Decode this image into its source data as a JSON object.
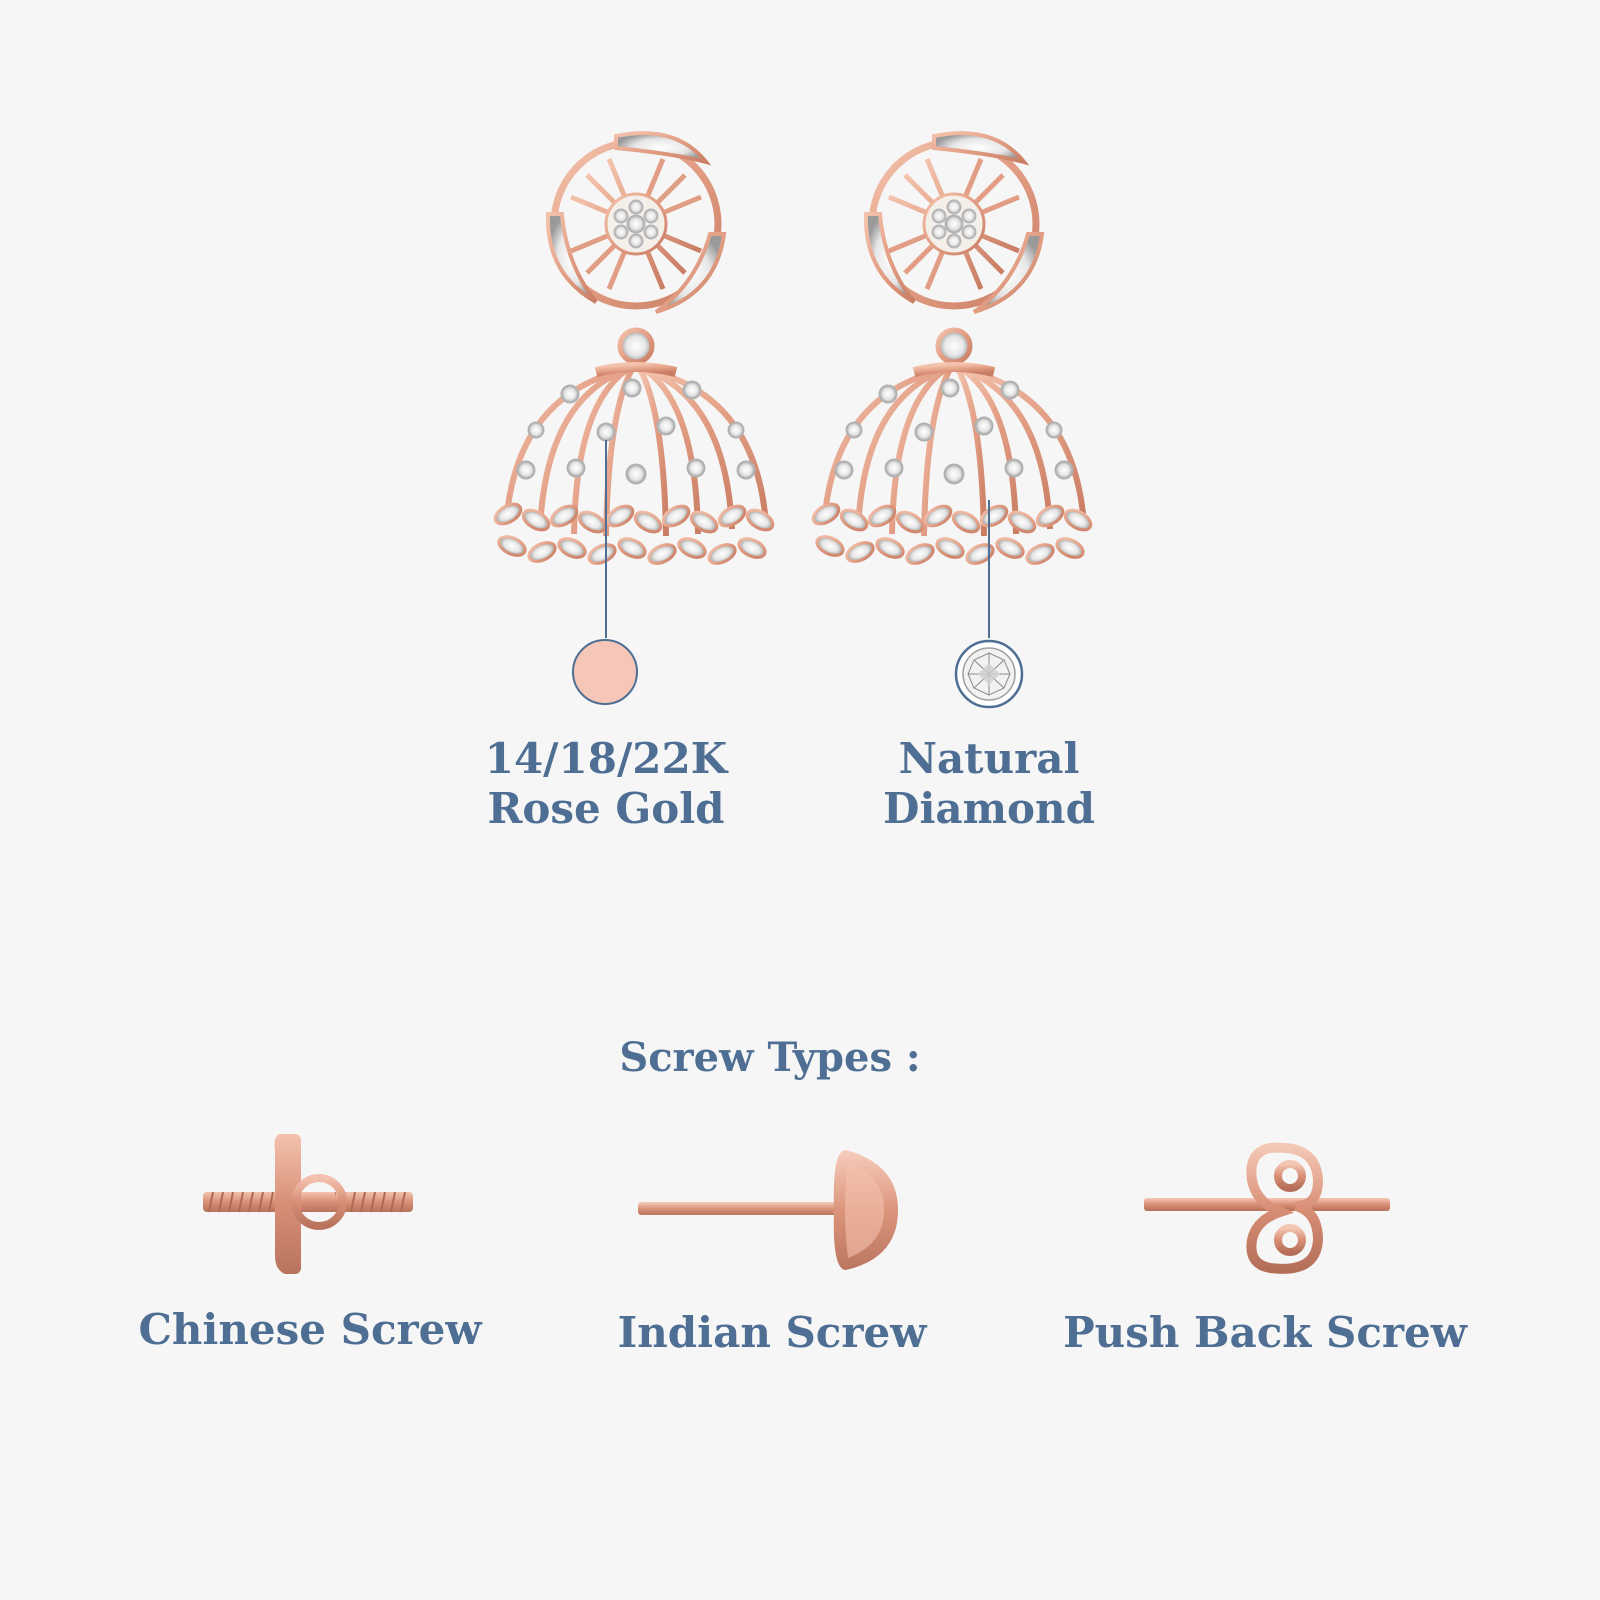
{
  "materials": [
    {
      "line1": "14/18/22K",
      "line2": "Rose Gold",
      "swatch_color": "#f6c7b8",
      "icon": "rose-gold-swatch"
    },
    {
      "line1": "Natural",
      "line2": "Diamond",
      "icon": "diamond-icon"
    }
  ],
  "screw_section": {
    "heading": "Screw Types :",
    "types": [
      {
        "label": "Chinese Screw",
        "icon": "chinese-screw-icon"
      },
      {
        "label": "Indian Screw",
        "icon": "indian-screw-icon"
      },
      {
        "label": "Push Back Screw",
        "icon": "push-back-screw-icon"
      }
    ]
  },
  "colors": {
    "text": "#4e6f93",
    "background": "#f6f6f6",
    "rose_gold": "#e3a58f",
    "leader_line": "#4e6f93"
  }
}
